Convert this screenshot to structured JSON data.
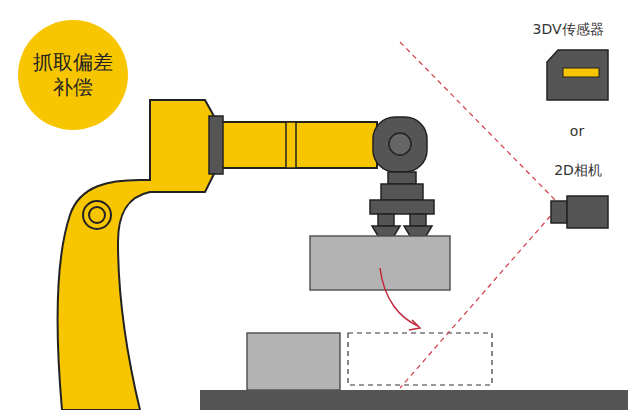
{
  "diagram": {
    "nodes": [
      {
        "text": [
          "抓取偏差 补偿"
        ]
      }
    ],
    "labels": [
      "3DV传感器",
      "or",
      "2D相机"
    ]
  }
}
